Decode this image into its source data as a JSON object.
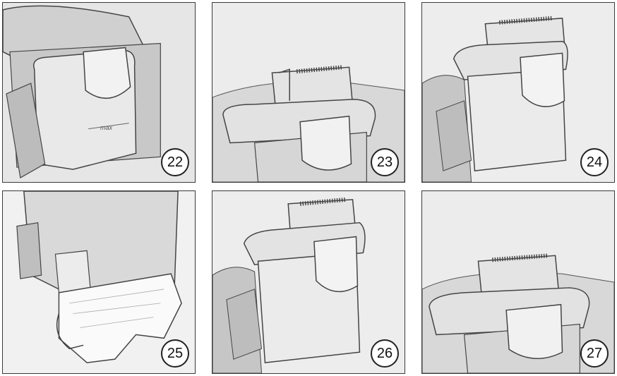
{
  "panels": [
    {
      "step": "22",
      "max_label": "max"
    },
    {
      "step": "23"
    },
    {
      "step": "24"
    },
    {
      "step": "25"
    },
    {
      "step": "26"
    },
    {
      "step": "27"
    }
  ],
  "colors": {
    "border": "#3a3a3a",
    "arrow_dark": "#222222",
    "arrow_light": "#bdbdbd",
    "body": "#dcdcdc"
  }
}
